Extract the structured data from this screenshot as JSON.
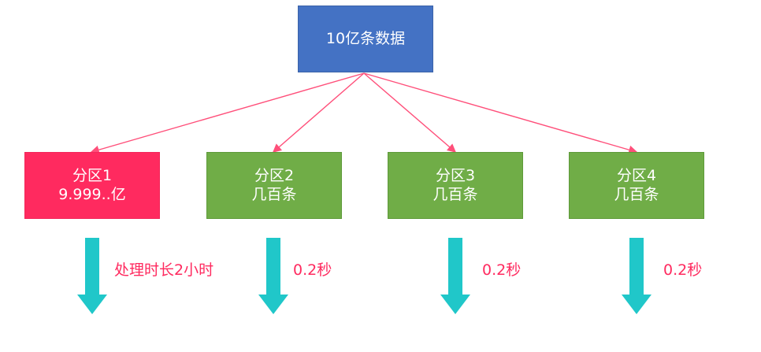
{
  "root": {
    "label": "10亿条数据",
    "color": "#4472c4"
  },
  "partitions": [
    {
      "title": "分区1",
      "subtitle": "9.999..亿",
      "color": "#ff2a5f",
      "note": "处理时长2小时"
    },
    {
      "title": "分区2",
      "subtitle": "几百条",
      "color": "#70ad47",
      "note": "0.2秒"
    },
    {
      "title": "分区3",
      "subtitle": "几百条",
      "color": "#70ad47",
      "note": "0.2秒"
    },
    {
      "title": "分区4",
      "subtitle": "几百条",
      "color": "#70ad47",
      "note": "0.2秒"
    }
  ],
  "colors": {
    "connector": "#ff4f7a",
    "down_arrow": "#20c7c9",
    "note_text": "#ff2a5f"
  }
}
